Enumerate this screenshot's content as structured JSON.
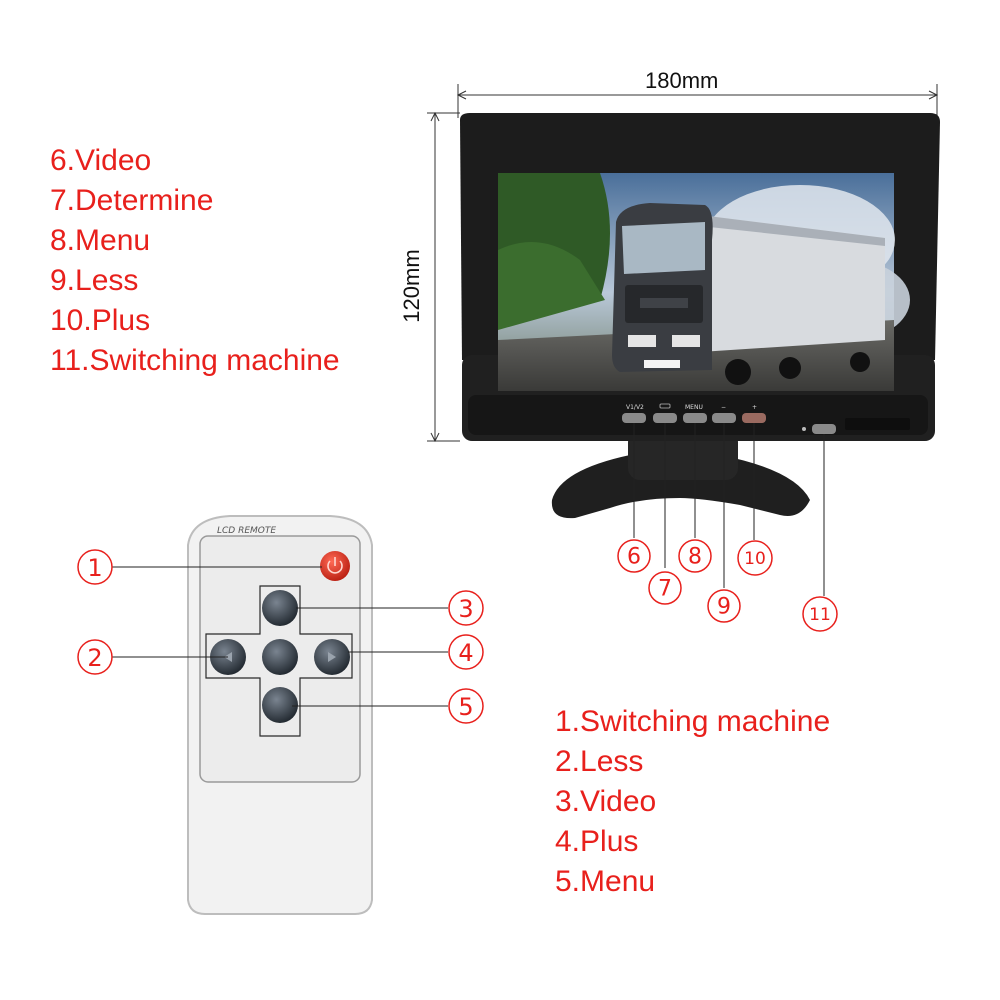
{
  "dimensions": {
    "width": "180mm",
    "height": "120mm"
  },
  "legend_monitor": [
    "6.Video",
    "7.Determine",
    "8.Menu",
    "9.Less",
    "10.Plus",
    "11.Switching machine"
  ],
  "legend_remote": [
    "1.Switching machine",
    "2.Less",
    "3.Video",
    "4.Plus",
    "5.Menu"
  ],
  "monitor": {
    "button_labels": [
      "V1/V2",
      "MENU",
      "−",
      "+"
    ]
  },
  "remote": {
    "brand": "LCD REMOTE"
  },
  "callouts_monitor": [
    "6",
    "7",
    "8",
    "9",
    "10",
    "11"
  ],
  "callouts_remote": [
    "1",
    "2",
    "3",
    "4",
    "5"
  ],
  "colors": {
    "accent_red": "#e8201c",
    "monitor_body": "#1c1c1c",
    "remote_body": "#f0f0f0",
    "power_button": "#e23a2a"
  }
}
